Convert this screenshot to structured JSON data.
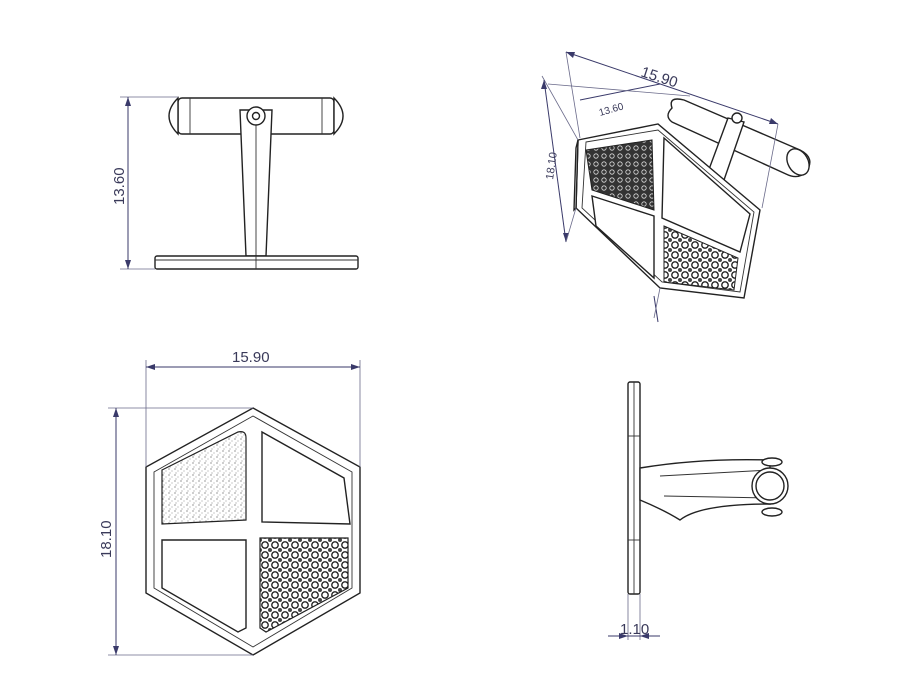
{
  "dimensions": {
    "front_height": "13.60",
    "iso_width": "15.90",
    "iso_depth": "13.60",
    "iso_height": "18.10",
    "top_width": "15.90",
    "top_height": "18.10",
    "side_thickness": "1.10"
  },
  "colors": {
    "line": "#222222",
    "dimension": "#3a3a6a",
    "background": "#ffffff"
  }
}
